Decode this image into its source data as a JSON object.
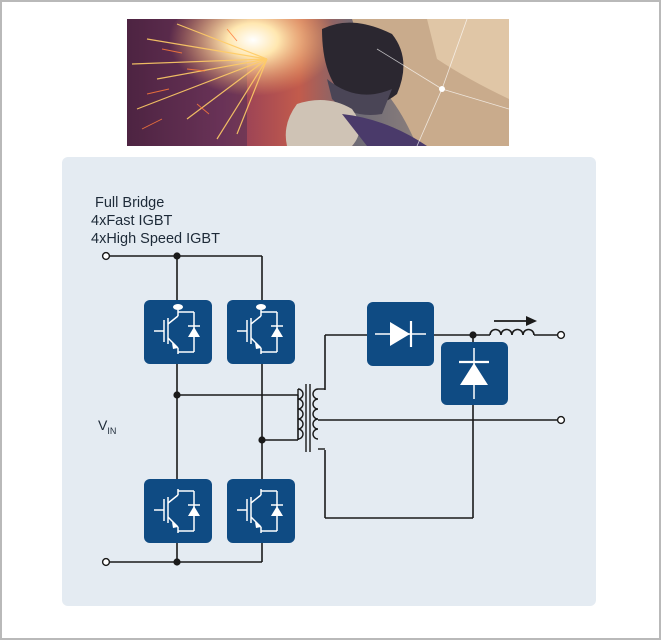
{
  "diagram": {
    "lines": [
      "Full Bridge",
      "4xFast IGBT",
      "4xHigh Speed IGBT"
    ],
    "vin": {
      "main": "V",
      "sub": "IN"
    }
  },
  "colors": {
    "panel": "#e4ebf2",
    "device_fill": "#0f4b83",
    "wire": "#1a1a1a",
    "frame": "#b9b9b9"
  },
  "icons": {
    "photo": "welder-with-sparks-photo",
    "switch": "igbt-with-diode-icon",
    "rectifier": "diode-icon",
    "output": "inductor-icon"
  }
}
